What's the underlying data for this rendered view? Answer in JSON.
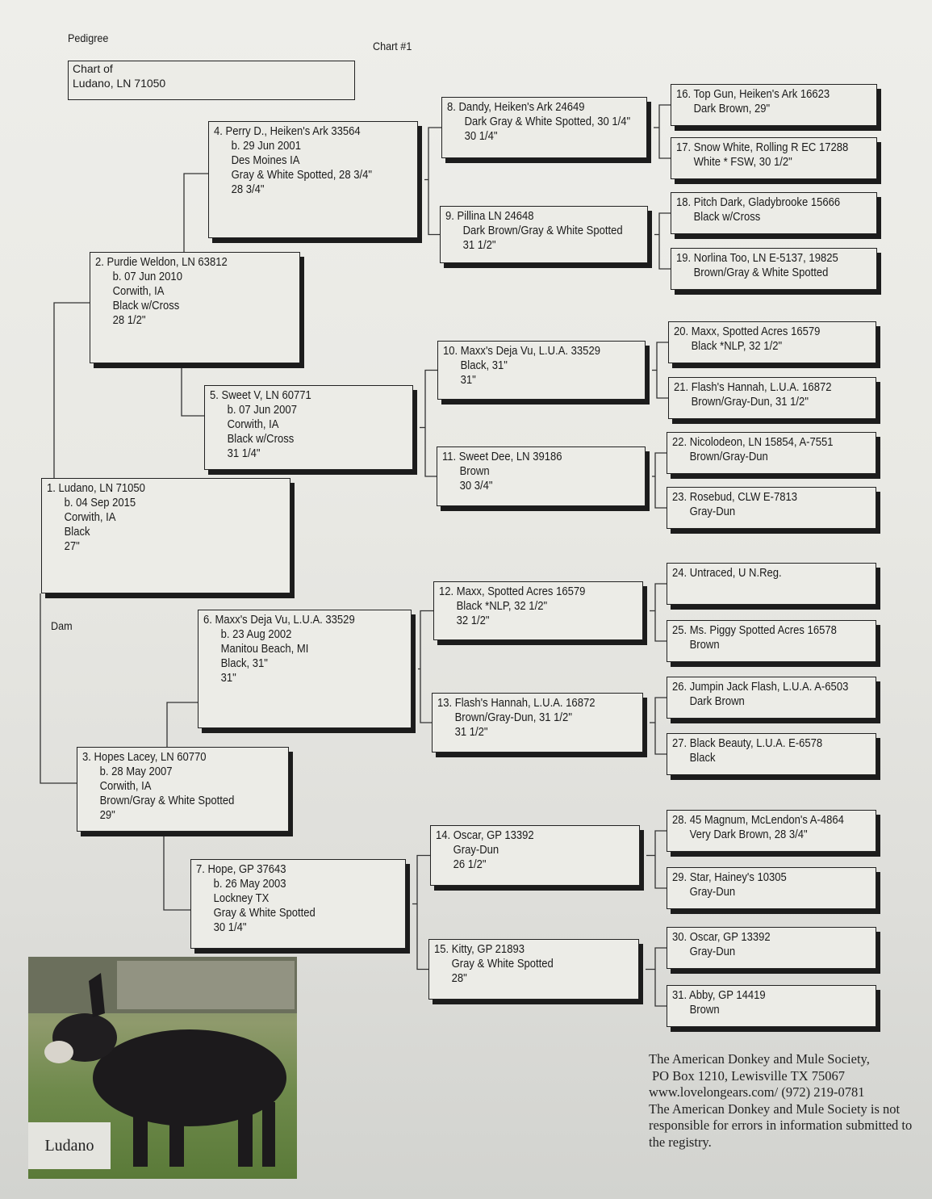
{
  "header": {
    "label": "Pedigree",
    "chart_no": "Chart #1",
    "chart_of_label": "Chart of",
    "chart_of_name": "Ludano, LN 71050"
  },
  "dam_label": "Dam",
  "horses": [
    {
      "lines": [
        "1. Ludano, LN 71050",
        "b. 04 Sep 2015",
        "Corwith, IA",
        "Black",
        "27\""
      ]
    },
    {
      "lines": [
        "2. Purdie Weldon, LN 63812",
        "b. 07 Jun 2010",
        "Corwith, IA",
        "Black w/Cross",
        "28 1/2\""
      ]
    },
    {
      "lines": [
        "3. Hopes Lacey, LN 60770",
        "b. 28 May 2007",
        "Corwith, IA",
        "Brown/Gray & White Spotted",
        "29\""
      ]
    },
    {
      "lines": [
        "4. Perry D., Heiken's Ark 33564",
        "b. 29 Jun 2001",
        "Des Moines IA",
        "Gray & White Spotted, 28 3/4\"",
        "28 3/4\""
      ]
    },
    {
      "lines": [
        "5. Sweet V, LN 60771",
        "b. 07 Jun 2007",
        "Corwith, IA",
        "Black w/Cross",
        "31 1/4\""
      ]
    },
    {
      "lines": [
        "6. Maxx's Deja Vu, L.U.A. 33529",
        "b. 23 Aug 2002",
        "Manitou Beach, MI",
        "Black, 31\"",
        "31\""
      ]
    },
    {
      "lines": [
        "7. Hope, GP 37643",
        "b. 26 May 2003",
        "Lockney TX",
        "Gray & White Spotted",
        "30 1/4\""
      ]
    },
    {
      "lines": [
        "8. Dandy, Heiken's Ark 24649",
        "Dark Gray & White Spotted, 30 1/4\"",
        "30 1/4\""
      ]
    },
    {
      "lines": [
        "9. Pillina LN 24648",
        "Dark Brown/Gray & White Spotted",
        "31 1/2\""
      ]
    },
    {
      "lines": [
        "10. Maxx's Deja Vu, L.U.A. 33529",
        "Black, 31\"",
        "31\""
      ]
    },
    {
      "lines": [
        "11. Sweet Dee, LN 39186",
        "Brown",
        "30 3/4\""
      ]
    },
    {
      "lines": [
        "12. Maxx, Spotted Acres 16579",
        "Black *NLP, 32 1/2\"",
        "32 1/2\""
      ]
    },
    {
      "lines": [
        "13. Flash's Hannah, L.U.A. 16872",
        "Brown/Gray-Dun, 31 1/2\"",
        "31 1/2\""
      ]
    },
    {
      "lines": [
        "14. Oscar, GP 13392",
        "Gray-Dun",
        "26 1/2\""
      ]
    },
    {
      "lines": [
        "15. Kitty, GP 21893",
        "Gray & White Spotted",
        "28\""
      ]
    },
    {
      "lines": [
        "16. Top Gun, Heiken's Ark 16623",
        "Dark Brown, 29\""
      ]
    },
    {
      "lines": [
        "17. Snow White, Rolling R EC 17288",
        "White * FSW, 30 1/2\""
      ]
    },
    {
      "lines": [
        "18. Pitch Dark, Gladybrooke 15666",
        "Black w/Cross"
      ]
    },
    {
      "lines": [
        "19. Norlina Too, LN E-5137, 19825",
        "Brown/Gray & White Spotted"
      ]
    },
    {
      "lines": [
        "20. Maxx, Spotted Acres 16579",
        "Black *NLP, 32 1/2\""
      ]
    },
    {
      "lines": [
        "21. Flash's Hannah, L.U.A. 16872",
        "Brown/Gray-Dun, 31 1/2\""
      ]
    },
    {
      "lines": [
        "22. Nicolodeon, LN 15854, A-7551",
        "Brown/Gray-Dun"
      ]
    },
    {
      "lines": [
        "23. Rosebud, CLW E-7813",
        "Gray-Dun"
      ]
    },
    {
      "lines": [
        "24. Untraced, U N.Reg."
      ]
    },
    {
      "lines": [
        "25. Ms. Piggy Spotted Acres 16578",
        "Brown"
      ]
    },
    {
      "lines": [
        "26. Jumpin Jack Flash, L.U.A. A-6503",
        "Dark Brown"
      ]
    },
    {
      "lines": [
        "27. Black Beauty, L.U.A. E-6578",
        "Black"
      ]
    },
    {
      "lines": [
        "28. 45 Magnum, McLendon's A-4864",
        "Very Dark Brown, 28 3/4\""
      ]
    },
    {
      "lines": [
        "29. Star, Hainey's 10305",
        "Gray-Dun"
      ]
    },
    {
      "lines": [
        "30. Oscar, GP 13392",
        "Gray-Dun"
      ]
    },
    {
      "lines": [
        "31. Abby, GP 14419",
        "Brown"
      ]
    }
  ],
  "photo": {
    "caption": "Ludano"
  },
  "footer": {
    "lines": [
      "The American Donkey and Mule Society,",
      " PO Box 1210, Lewisville TX 75067",
      "www.lovelongears.com/ (972) 219-0781",
      "The American Donkey and Mule Society is not",
      "responsible for errors in information submitted to",
      "the registry."
    ]
  }
}
